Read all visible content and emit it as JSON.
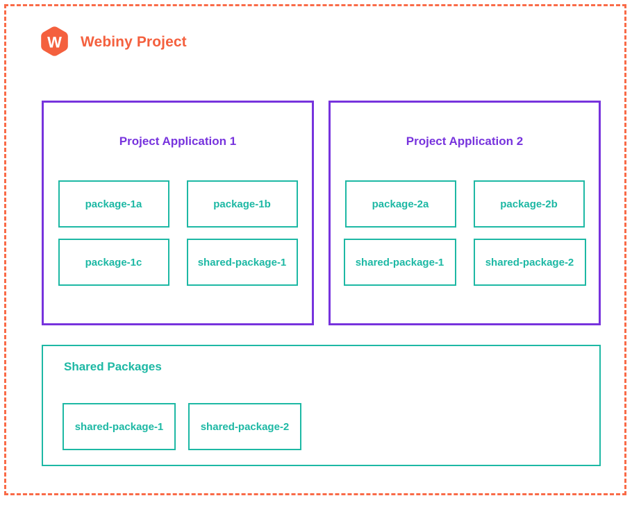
{
  "header": {
    "logo_icon": "webiny-hexagon-logo-icon",
    "title": "Webiny Project",
    "brand_color": "#F4603E"
  },
  "colors": {
    "project_boundary": "#F96B48",
    "application_border": "#7733DD",
    "application_title": "#7733DD",
    "package_border": "#1DB8A4",
    "package_text": "#1DB8A4",
    "background": "#ffffff"
  },
  "applications": [
    {
      "title": "Project Application 1",
      "packages": [
        {
          "label": "package-1a"
        },
        {
          "label": "package-1b"
        },
        {
          "label": "package-1c"
        },
        {
          "label": "shared-package-1"
        }
      ]
    },
    {
      "title": "Project Application 2",
      "packages": [
        {
          "label": "package-2a"
        },
        {
          "label": "package-2b"
        },
        {
          "label": "shared-package-1"
        },
        {
          "label": "shared-package-2"
        }
      ]
    }
  ],
  "shared_packages": {
    "title": "Shared Packages",
    "packages": [
      {
        "label": "shared-package-1"
      },
      {
        "label": "shared-package-2"
      }
    ]
  }
}
